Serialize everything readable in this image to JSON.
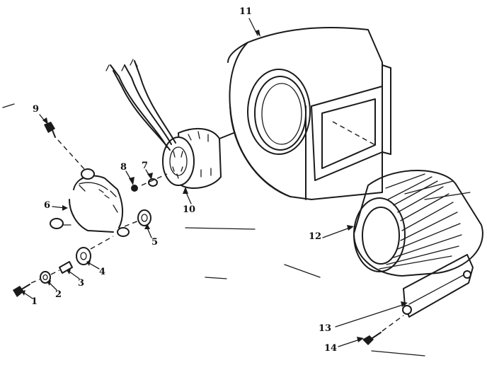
{
  "diagram": {
    "callouts": [
      {
        "id": "1",
        "label": "1"
      },
      {
        "id": "2",
        "label": "2"
      },
      {
        "id": "3",
        "label": "3"
      },
      {
        "id": "4",
        "label": "4"
      },
      {
        "id": "5",
        "label": "5"
      },
      {
        "id": "6",
        "label": "6"
      },
      {
        "id": "7",
        "label": "7"
      },
      {
        "id": "8",
        "label": "8"
      },
      {
        "id": "9",
        "label": "9"
      },
      {
        "id": "10",
        "label": "10"
      },
      {
        "id": "11",
        "label": "11"
      },
      {
        "id": "12",
        "label": "12"
      },
      {
        "id": "13",
        "label": "13"
      },
      {
        "id": "14",
        "label": "14"
      }
    ],
    "ink_color": "#1a1a1a",
    "background_color": "#ffffff"
  }
}
